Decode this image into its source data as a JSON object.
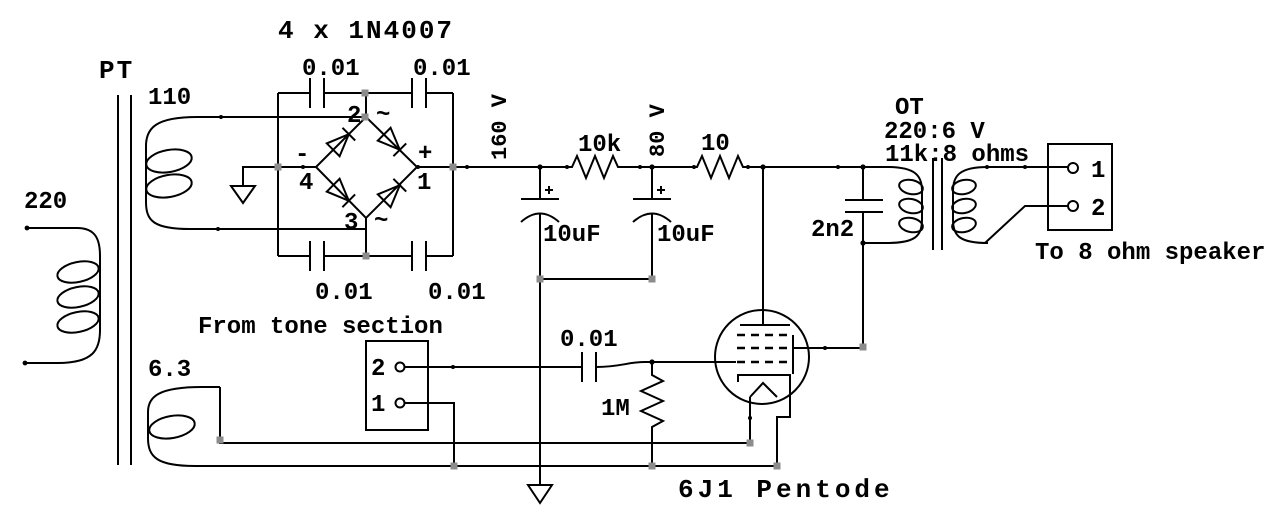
{
  "colors": {
    "line": "#000000",
    "junction_marker": "#8c8c8c",
    "background": "#ffffff"
  },
  "schematic": {
    "rectifier_title": "4 x 1N4007",
    "power_transformer": {
      "label": "PT",
      "primary_winding": "220",
      "ht_winding": "110",
      "heater_winding": "6.3"
    },
    "bridge": {
      "pin_top": "2",
      "pin_right": "1",
      "pin_bottom": "3",
      "pin_left": "4",
      "ac_mark_top": "~",
      "ac_mark_bottom": "~",
      "plus_mark": "+",
      "minus_mark": "-",
      "snubber_caps": [
        "0.01",
        "0.01",
        "0.01",
        "0.01"
      ]
    },
    "supply": {
      "b_plus_voltage": "160 V",
      "screen_voltage": "80 V",
      "filter_resistor_1": "10k",
      "filter_resistor_2": "10",
      "filter_cap_1": "10uF",
      "filter_cap_2": "10uF"
    },
    "tone_input": {
      "label": "From tone section",
      "terminal_2": "2",
      "terminal_1": "1"
    },
    "grid_stage": {
      "coupling_cap": "0.01",
      "grid_resistor": "1M"
    },
    "tube": {
      "label": "6J1 Pentode"
    },
    "output_stage": {
      "transformer_label": "OT",
      "voltage_ratio": "220:6 V",
      "impedance_ratio": "11k:8 ohms",
      "snubber_cap": "2n2",
      "terminal_1": "1",
      "terminal_2": "2",
      "speaker_note": "To 8 ohm speaker"
    }
  }
}
